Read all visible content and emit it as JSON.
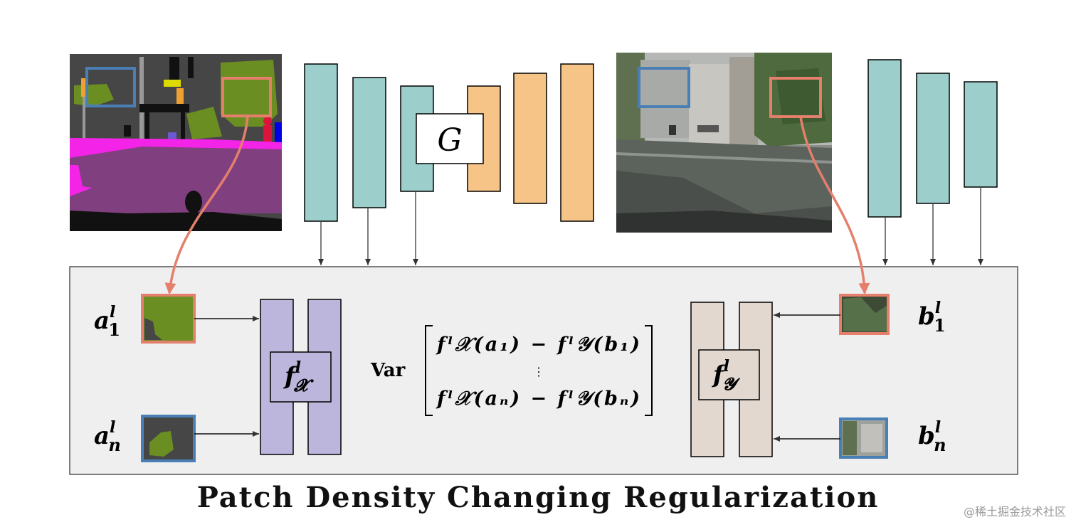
{
  "colors": {
    "teal": "#9ccfcb",
    "orange": "#f6c486",
    "purple": "#bcb6dc",
    "beige": "#e2d8d0",
    "panel": "#efefef",
    "blue_box": "#4a7fb6",
    "red_box": "#e47f6b",
    "arrow_red": "#e47f6b"
  },
  "generator": {
    "label": "G"
  },
  "mlp_x": {
    "label_f": "f",
    "sup": "l",
    "sub": "𝓧"
  },
  "mlp_y": {
    "label_f": "f",
    "sup": "l",
    "sub": "𝓨"
  },
  "patches": {
    "a1": {
      "base": "a",
      "sup": "l",
      "sub": "1"
    },
    "an": {
      "base": "a",
      "sup": "l",
      "sub": "n"
    },
    "b1": {
      "base": "b",
      "sup": "l",
      "sub": "1"
    },
    "bn": {
      "base": "b",
      "sup": "l",
      "sub": "n"
    }
  },
  "formula": {
    "op": "Var",
    "row1": "fˡ𝒳(a₁) − fˡ𝒴(b₁)",
    "dots": "⋮",
    "row2": "fˡ𝒳(aₙ) − fˡ𝒴(bₙ)"
  },
  "title": "Patch Density Changing Regularization",
  "watermark": "@稀土掘金技术社区"
}
